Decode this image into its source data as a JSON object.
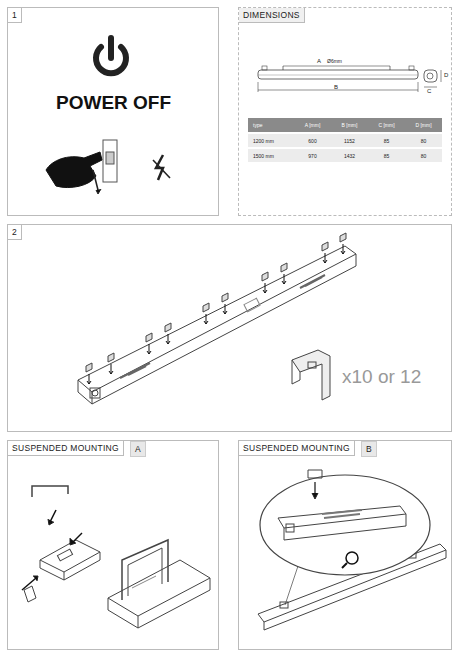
{
  "diagram": {
    "nodes": [
      {
        "text": [
          "1",
          "POWER OFF"
        ]
      },
      {
        "text": [
          "DIMENSIONS"
        ]
      },
      {
        "text": [
          "2",
          "x10 or 12"
        ]
      },
      {
        "text": [
          "SUSPENDED MOUNTING",
          "A"
        ]
      },
      {
        "text": [
          "SUSPENDED MOUNTING",
          "B"
        ]
      }
    ],
    "labels": [
      "A",
      "Ø6mm",
      "B",
      "C",
      "D",
      "type",
      "A [mm]",
      "B [mm]",
      "C [mm]",
      "D [mm]",
      "1200 mm",
      "600",
      "1152",
      "85",
      "80",
      "1500 mm",
      "970",
      "1432",
      "85",
      "80"
    ]
  }
}
